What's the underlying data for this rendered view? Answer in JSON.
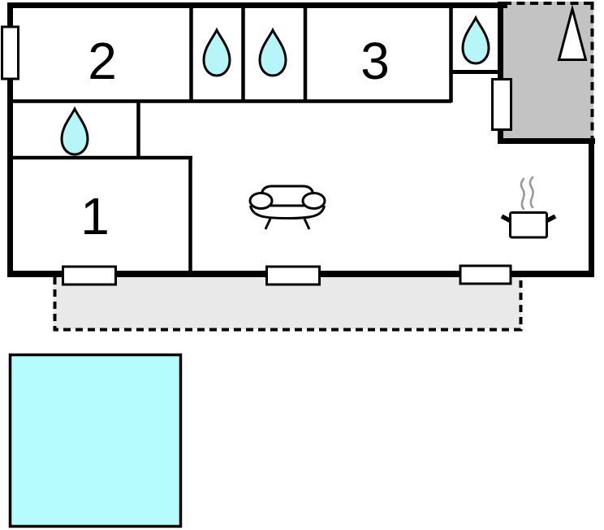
{
  "plan": {
    "title": "holiday-home-floor-plan",
    "room_labels": {
      "room1": "1",
      "room2": "2",
      "room3": "3"
    },
    "icons": [
      "water-drop-icon",
      "sofa-icon",
      "steaming-pot-icon",
      "fireplace-triangle-icon"
    ],
    "colors": {
      "wall": "#000000",
      "water": "#b6f6f8",
      "pool": "#b5fcfe",
      "patio": "#c3c3c3",
      "terrace": "#e9e9e9",
      "steam": "#999999",
      "window": "#ffffff",
      "background": "#ffffff"
    }
  }
}
